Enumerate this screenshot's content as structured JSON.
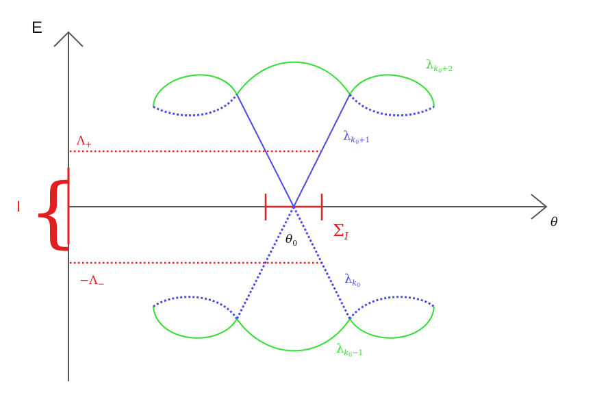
{
  "axes": {
    "y_label": "E",
    "x_label": "θ"
  },
  "labels": {
    "lambda_plus": "Λ",
    "lambda_plus_sub": "+",
    "lambda_minus_sign": "−",
    "lambda_minus": "Λ",
    "lambda_minus_sub": "−",
    "interval": "I",
    "sigma": "Σ",
    "sigma_sub": "I",
    "theta": "θ",
    "theta_sub": "0",
    "band_k0": "λ",
    "band_k0_sub": "k",
    "band_k0_subsub": "0",
    "band_k0_plus1": "λ",
    "band_k0_plus1_sub": "k",
    "band_k0_plus1_subsub": "0",
    "band_k0_plus1_tail": "+1",
    "band_k0_plus2": "λ",
    "band_k0_plus2_sub": "k",
    "band_k0_plus2_subsub": "0",
    "band_k0_plus2_tail": "+2",
    "band_k0_minus1": "λ",
    "band_k0_minus1_sub": "k",
    "band_k0_minus1_subsub": "0",
    "band_k0_minus1_tail": "−1"
  },
  "colors": {
    "axis": "#555555",
    "green": "#33dd33",
    "blue": "#4a4ae6",
    "red": "#e02020",
    "text": "#111111"
  }
}
